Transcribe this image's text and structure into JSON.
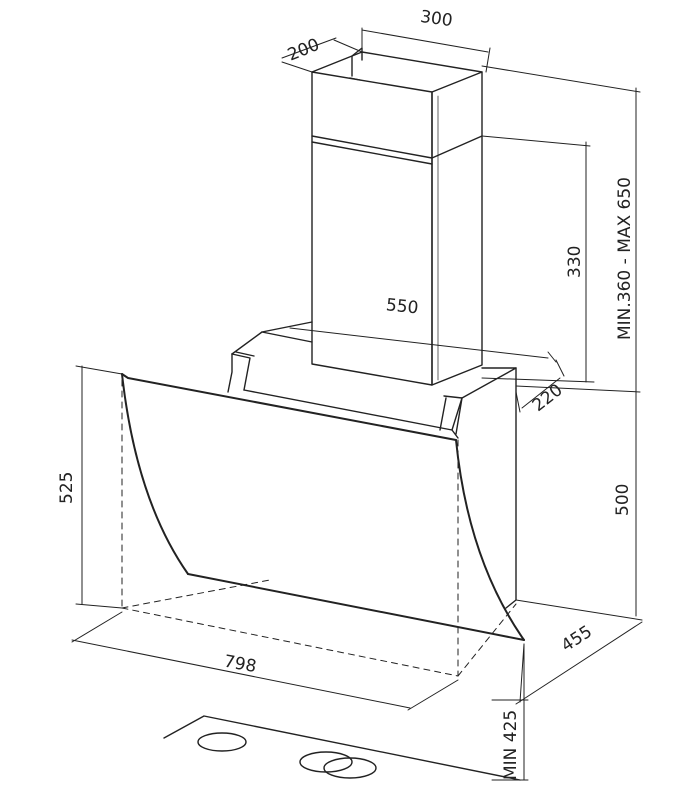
{
  "colors": {
    "stroke": "#222222",
    "background": "#ffffff"
  },
  "dimensions": {
    "chimney_depth": "200",
    "chimney_width": "300",
    "chimney_height_range": "MIN.360 - MAX 650",
    "chimney_lower_height": "330",
    "body_width": "550",
    "body_depth": "220",
    "glass_height": "525",
    "hood_height": "500",
    "hood_width": "798",
    "hood_depth": "455",
    "min_clearance": "MIN 425"
  }
}
